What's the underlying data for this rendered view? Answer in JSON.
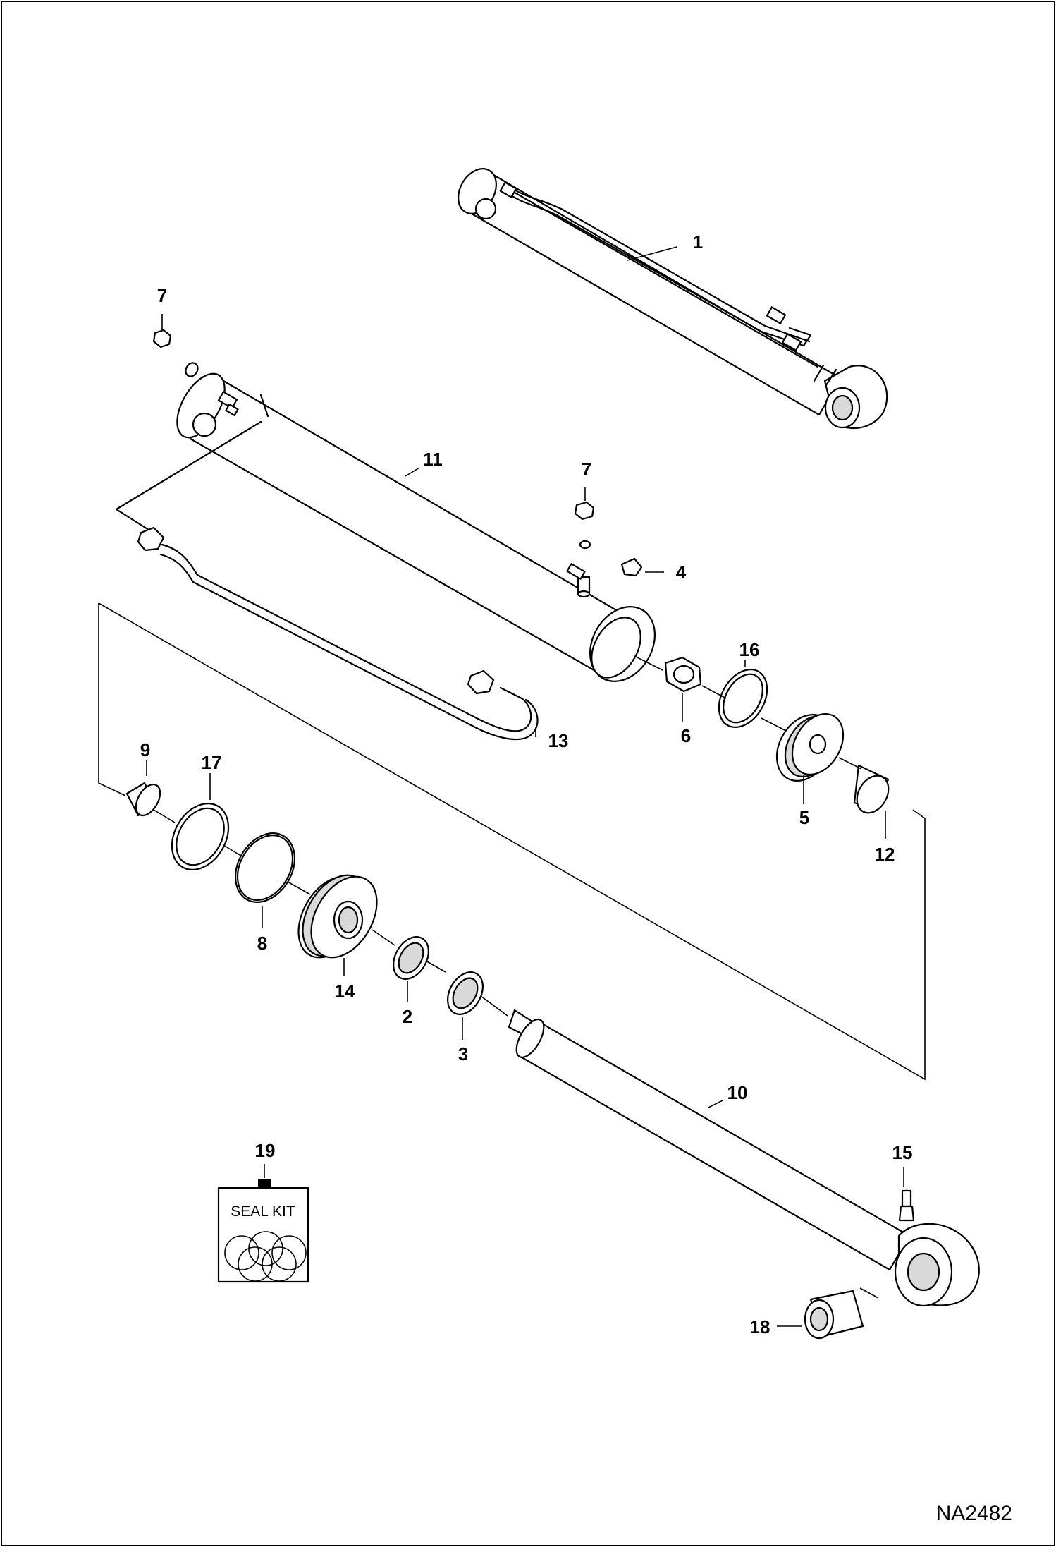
{
  "drawing_ref": "NA2482",
  "seal_kit_label": "SEAL KIT",
  "callouts": {
    "c1": "1",
    "c2": "2",
    "c3": "3",
    "c4": "4",
    "c5": "5",
    "c6": "6",
    "c7a": "7",
    "c7b": "7",
    "c8": "8",
    "c9": "9",
    "c10": "10",
    "c11": "11",
    "c12": "12",
    "c13": "13",
    "c14": "14",
    "c15": "15",
    "c16": "16",
    "c17": "17",
    "c18": "18",
    "c19": "19"
  }
}
